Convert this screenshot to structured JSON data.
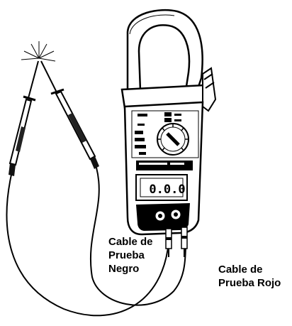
{
  "labels": {
    "black_lead": [
      "Cable de",
      "Prueba",
      "Negro"
    ],
    "red_lead": [
      "Cable de",
      "Prueba Rojo"
    ]
  },
  "meter": {
    "display_reading": "0.0.0"
  }
}
